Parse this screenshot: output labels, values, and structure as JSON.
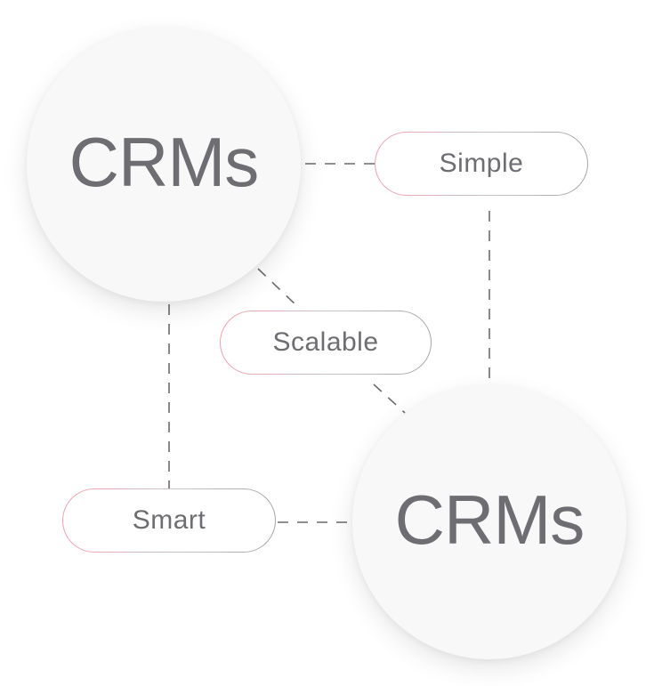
{
  "diagram": {
    "nodes": {
      "crm_top": {
        "label": "CRMs"
      },
      "crm_bottom": {
        "label": "CRMs"
      }
    },
    "tags": {
      "simple": {
        "label": "Simple"
      },
      "scalable": {
        "label": "Scalable"
      },
      "smart": {
        "label": "Smart"
      }
    },
    "connections": [
      {
        "from": "crm_top",
        "to": "simple",
        "style": "dashed"
      },
      {
        "from": "simple",
        "to": "crm_bottom",
        "style": "dashed"
      },
      {
        "from": "crm_top",
        "to": "scalable",
        "style": "dashed"
      },
      {
        "from": "scalable",
        "to": "crm_bottom",
        "style": "dashed"
      },
      {
        "from": "crm_top",
        "to": "smart",
        "style": "dashed"
      },
      {
        "from": "smart",
        "to": "crm_bottom",
        "style": "dashed"
      }
    ],
    "colors": {
      "circle_fill": "#f8f8f9",
      "text": "#6e6e72",
      "connector": "#6a6a6e",
      "pill_border_accent": "#f0a1ab",
      "pill_border_neutral": "#a5a5aa"
    }
  }
}
